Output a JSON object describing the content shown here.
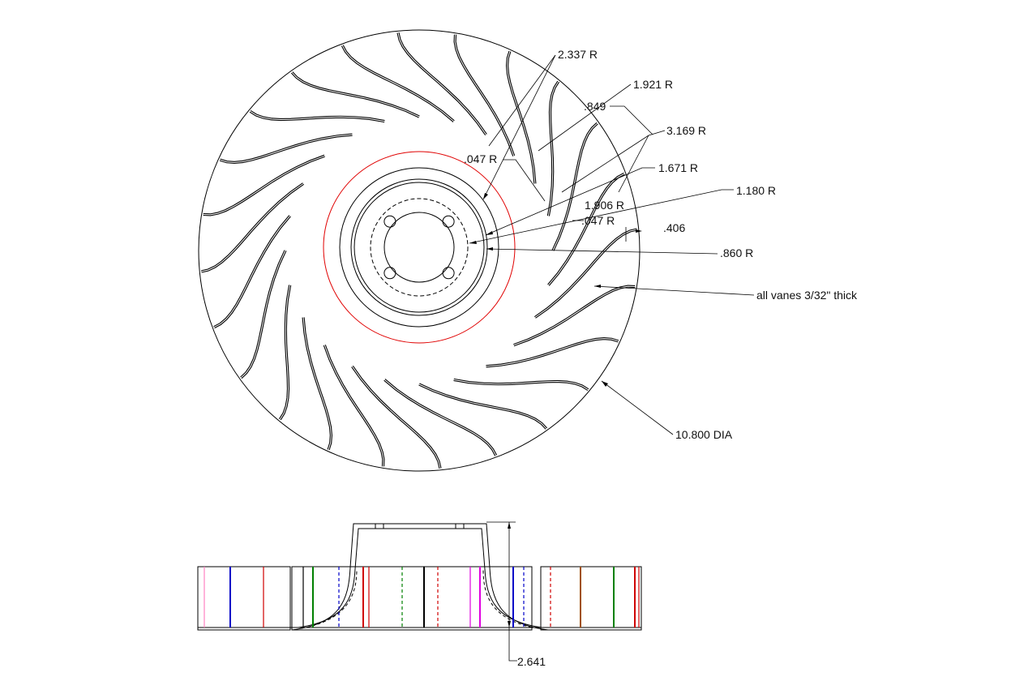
{
  "drawing": {
    "colors": {
      "line": "#000000",
      "hub_circle": "#e00000",
      "blue": "#0000c8",
      "green": "#008000",
      "magenta": "#e000e0",
      "pink": "#ff80c0",
      "brown": "#a05000",
      "red": "#d00000"
    },
    "vane_count": 24,
    "bolt_hole_count": 4,
    "dimensions": {
      "r_2337": "2.337 R",
      "r_1921": "1.921 R",
      "d_849": ".849",
      "r_3169": "3.169 R",
      "r_047_a": ".047 R",
      "r_1671": "1.671 R",
      "r_1180": "1.180 R",
      "r_1906": "1.906 R",
      "r_047_b": ".047 R",
      "d_406": ".406",
      "r_860": ".860 R",
      "vane_note": "all vanes 3/32\" thick",
      "dia_10800": "10.800 DIA",
      "height_2641": "2.641"
    }
  }
}
